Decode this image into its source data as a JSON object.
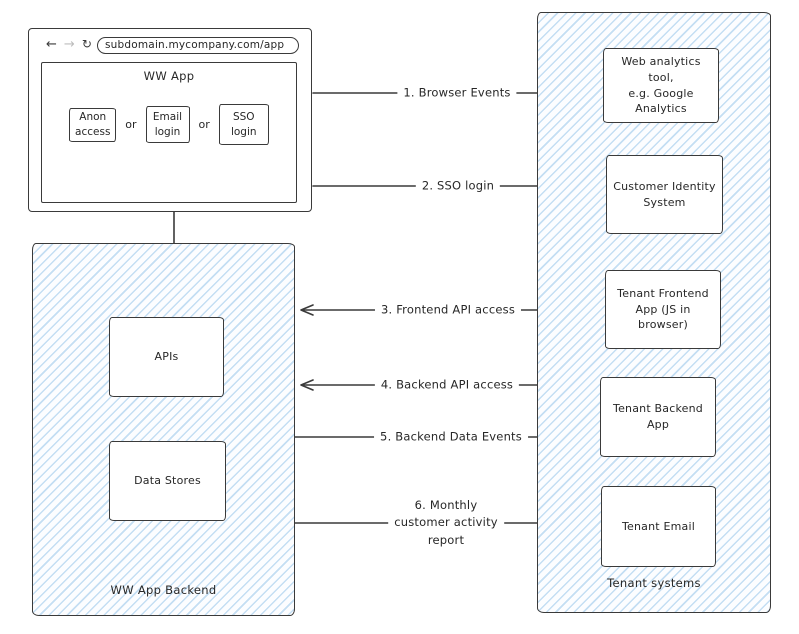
{
  "diagram": {
    "browser": {
      "back_icon": "←",
      "forward_icon": "→",
      "refresh_icon": "↻",
      "url": "subdomain.mycompany.com/app",
      "app_title": "WW App",
      "or_label": "or",
      "options": [
        {
          "label": "Anon\naccess"
        },
        {
          "label": "Email\nlogin"
        },
        {
          "label": "SSO\nlogin"
        }
      ]
    },
    "backend": {
      "title": "WW App Backend",
      "apis_label": "APIs",
      "datastores_label": "Data Stores"
    },
    "tenant": {
      "title": "Tenant systems",
      "boxes": [
        {
          "label": "Web analytics tool,\ne.g. Google Analytics"
        },
        {
          "label": "Customer Identity\nSystem"
        },
        {
          "label": "Tenant Frontend\nApp (JS in browser)"
        },
        {
          "label": "Tenant Backend App"
        },
        {
          "label": "Tenant Email"
        }
      ]
    },
    "flows": [
      {
        "label": "1. Browser Events",
        "direction": "right"
      },
      {
        "label": "2. SSO login",
        "direction": "right"
      },
      {
        "label": "3. Frontend API access",
        "direction": "left"
      },
      {
        "label": "4. Backend API access",
        "direction": "left"
      },
      {
        "label": "5. Backend Data Events",
        "direction": "right"
      },
      {
        "label": "6. Monthly\ncustomer activity\nreport",
        "direction": "right"
      }
    ],
    "colors": {
      "ink": "#3a3a3a",
      "hatch_line": "#8dbfe7",
      "box_background": "#ffffff"
    }
  }
}
